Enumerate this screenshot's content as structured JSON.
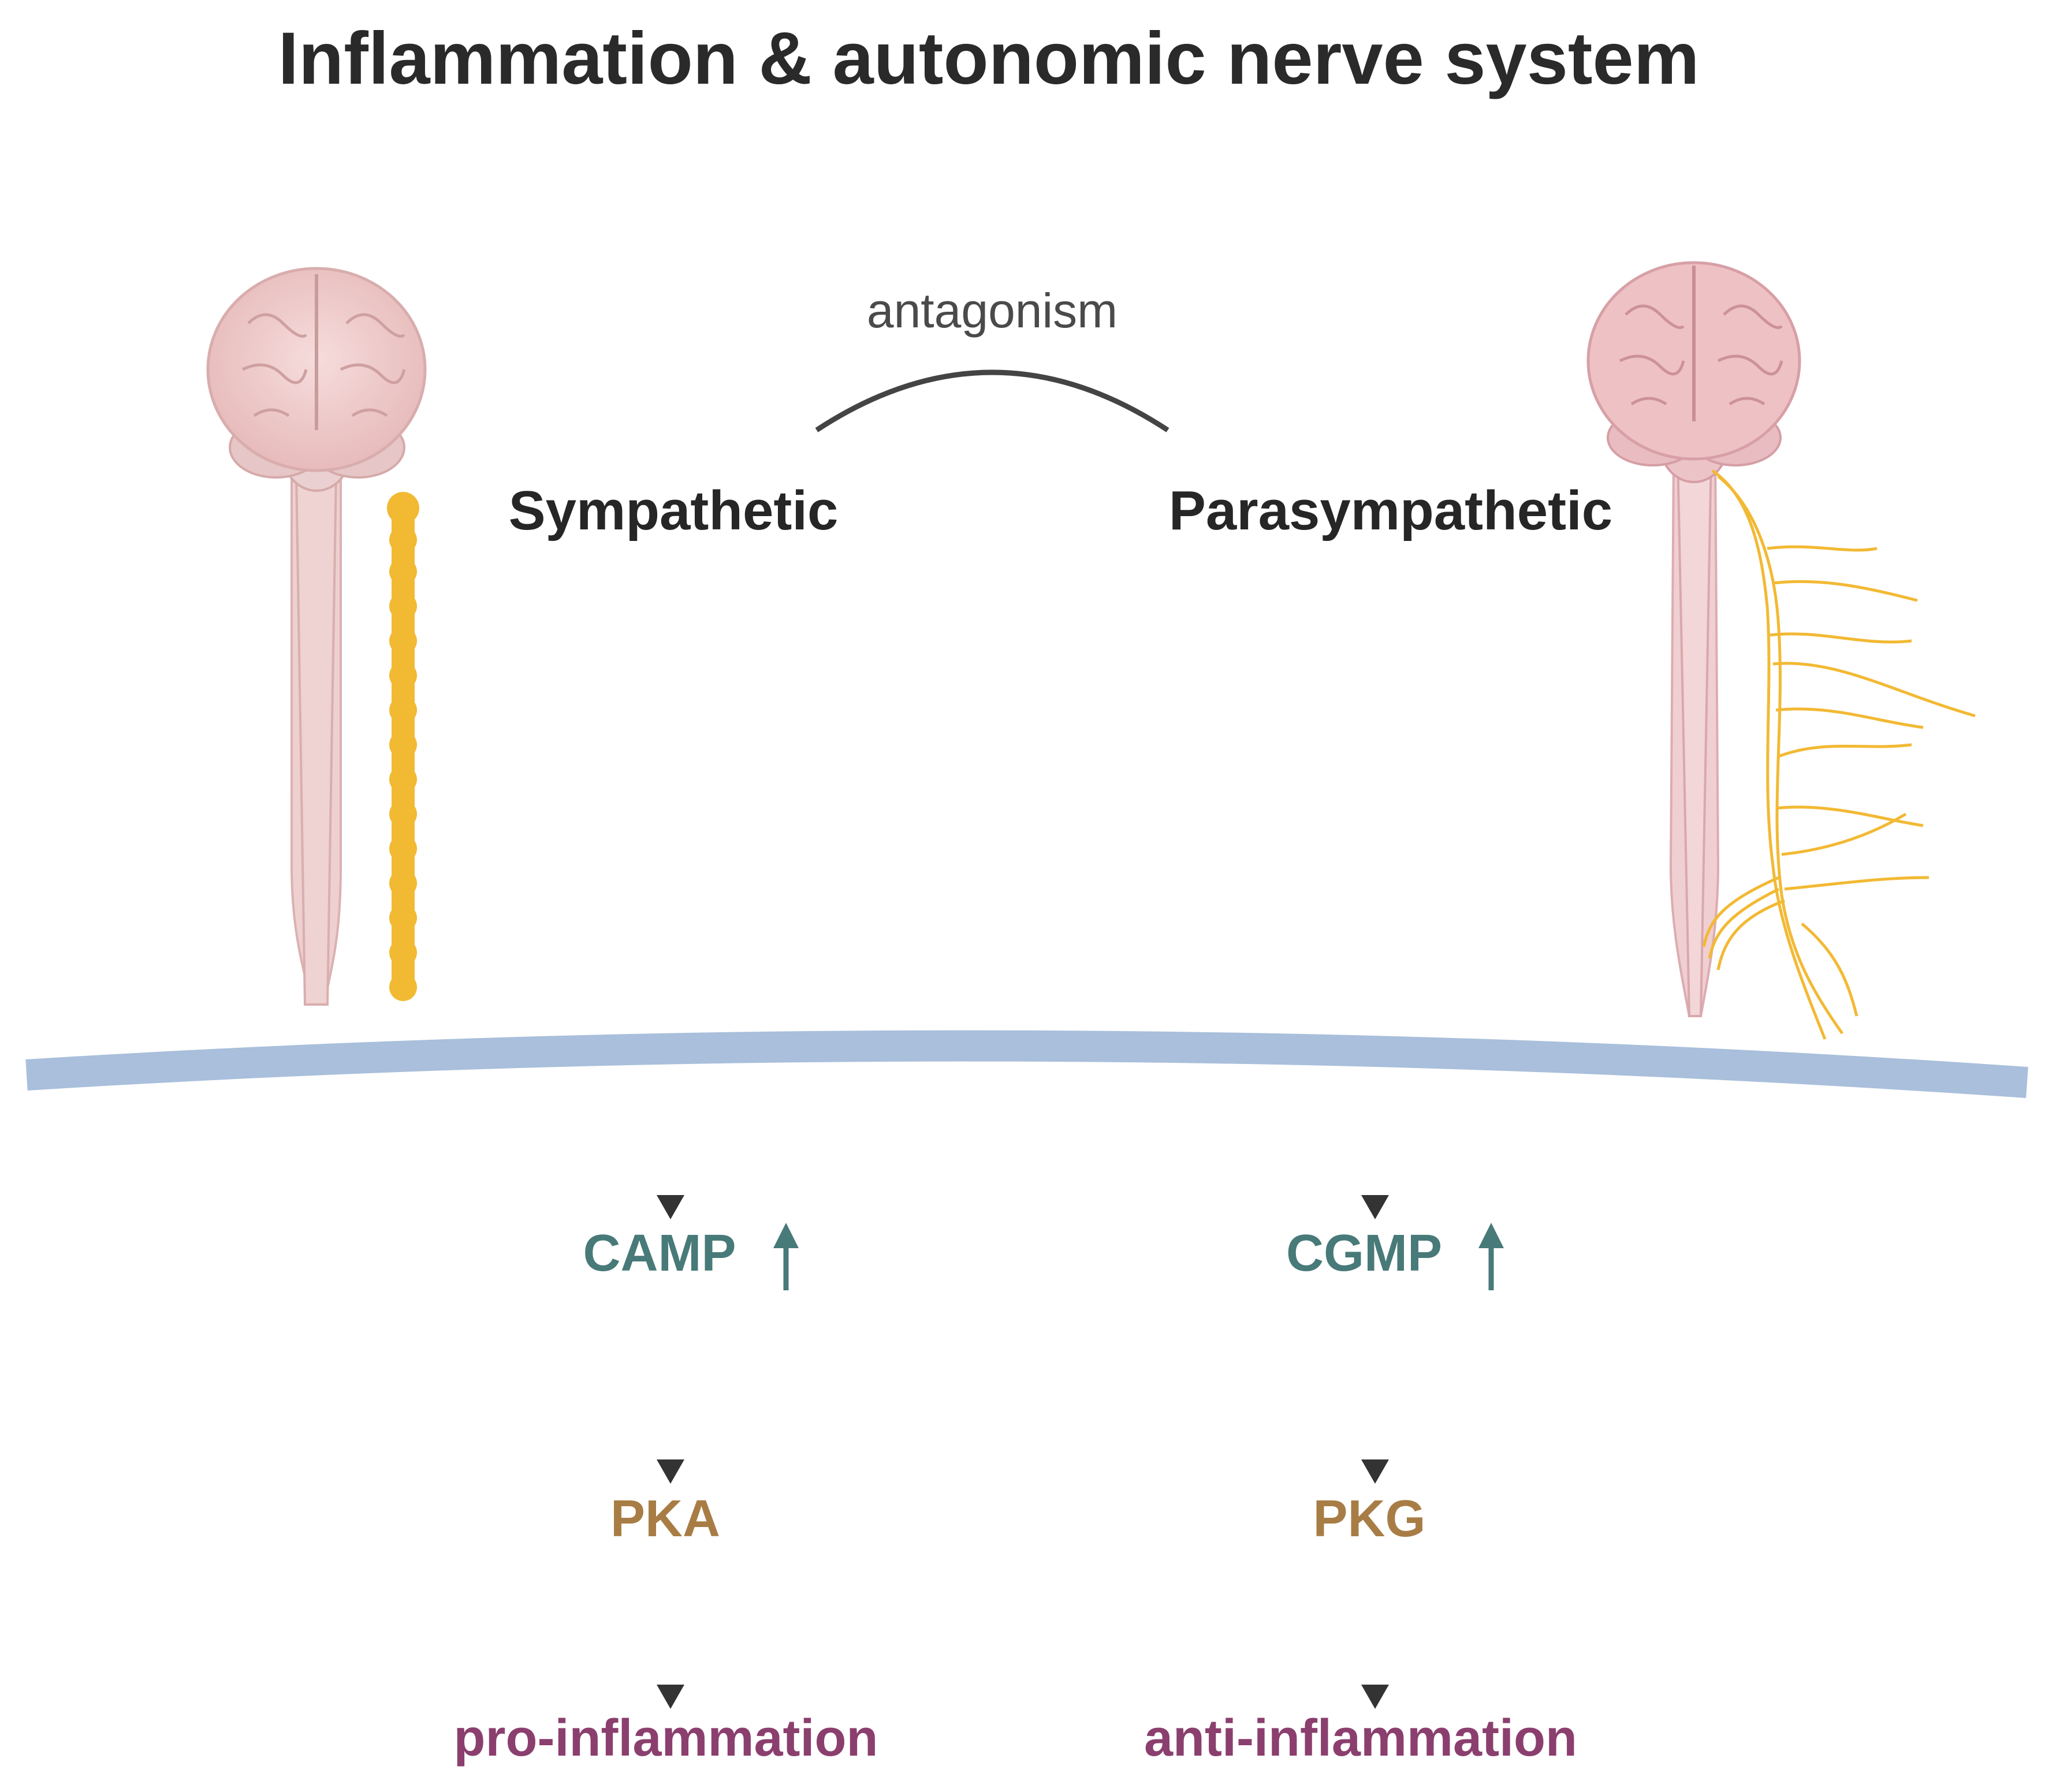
{
  "title": "Inflammation & autonomic nerve system",
  "antagonism": "antagonism",
  "sympathetic": {
    "label": "Sympathetic",
    "second_messenger": "CAMP",
    "kinase": "PKA",
    "outcome": "pro-inflammation",
    "messenger_change": "increase"
  },
  "parasympathetic": {
    "label": "Parasympathetic",
    "second_messenger": "CGMP",
    "kinase": "PKG",
    "outcome": "anti-inflammation",
    "messenger_change": "increase"
  },
  "colors": {
    "title": "#2a2a2a",
    "messenger": "#477a78",
    "kinase": "#a87d45",
    "outcome": "#8b3f6e",
    "membrane": "#a9bfdb",
    "nerve": "#f2b933",
    "brain": "#eec6c6",
    "arrow": "#333333"
  },
  "icons": [
    "brain-spinal-cord-icon",
    "sympathetic-chain-icon",
    "vagus-nerve-icon",
    "cell-membrane",
    "up-arrow-icon"
  ]
}
